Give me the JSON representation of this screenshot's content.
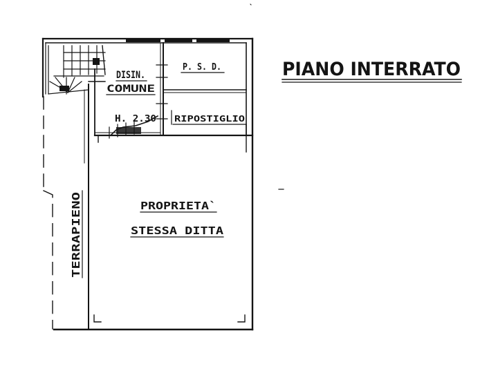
{
  "drawing": {
    "title": "PIANO INTERRATO",
    "ink_color": "#141414",
    "paper_color": "#ffffff"
  },
  "labels": {
    "disimpegno_line1": "DISIN.",
    "disimpegno_line2": "COMUNE",
    "psd": "P. S. D.",
    "ripostiglio": "RIPOSTIGLIO",
    "height": "H. 2.30",
    "property_line1": "PROPRIETA`",
    "property_line2": "STESSA DITTA",
    "terrapieno": "TERRAPIENO"
  }
}
